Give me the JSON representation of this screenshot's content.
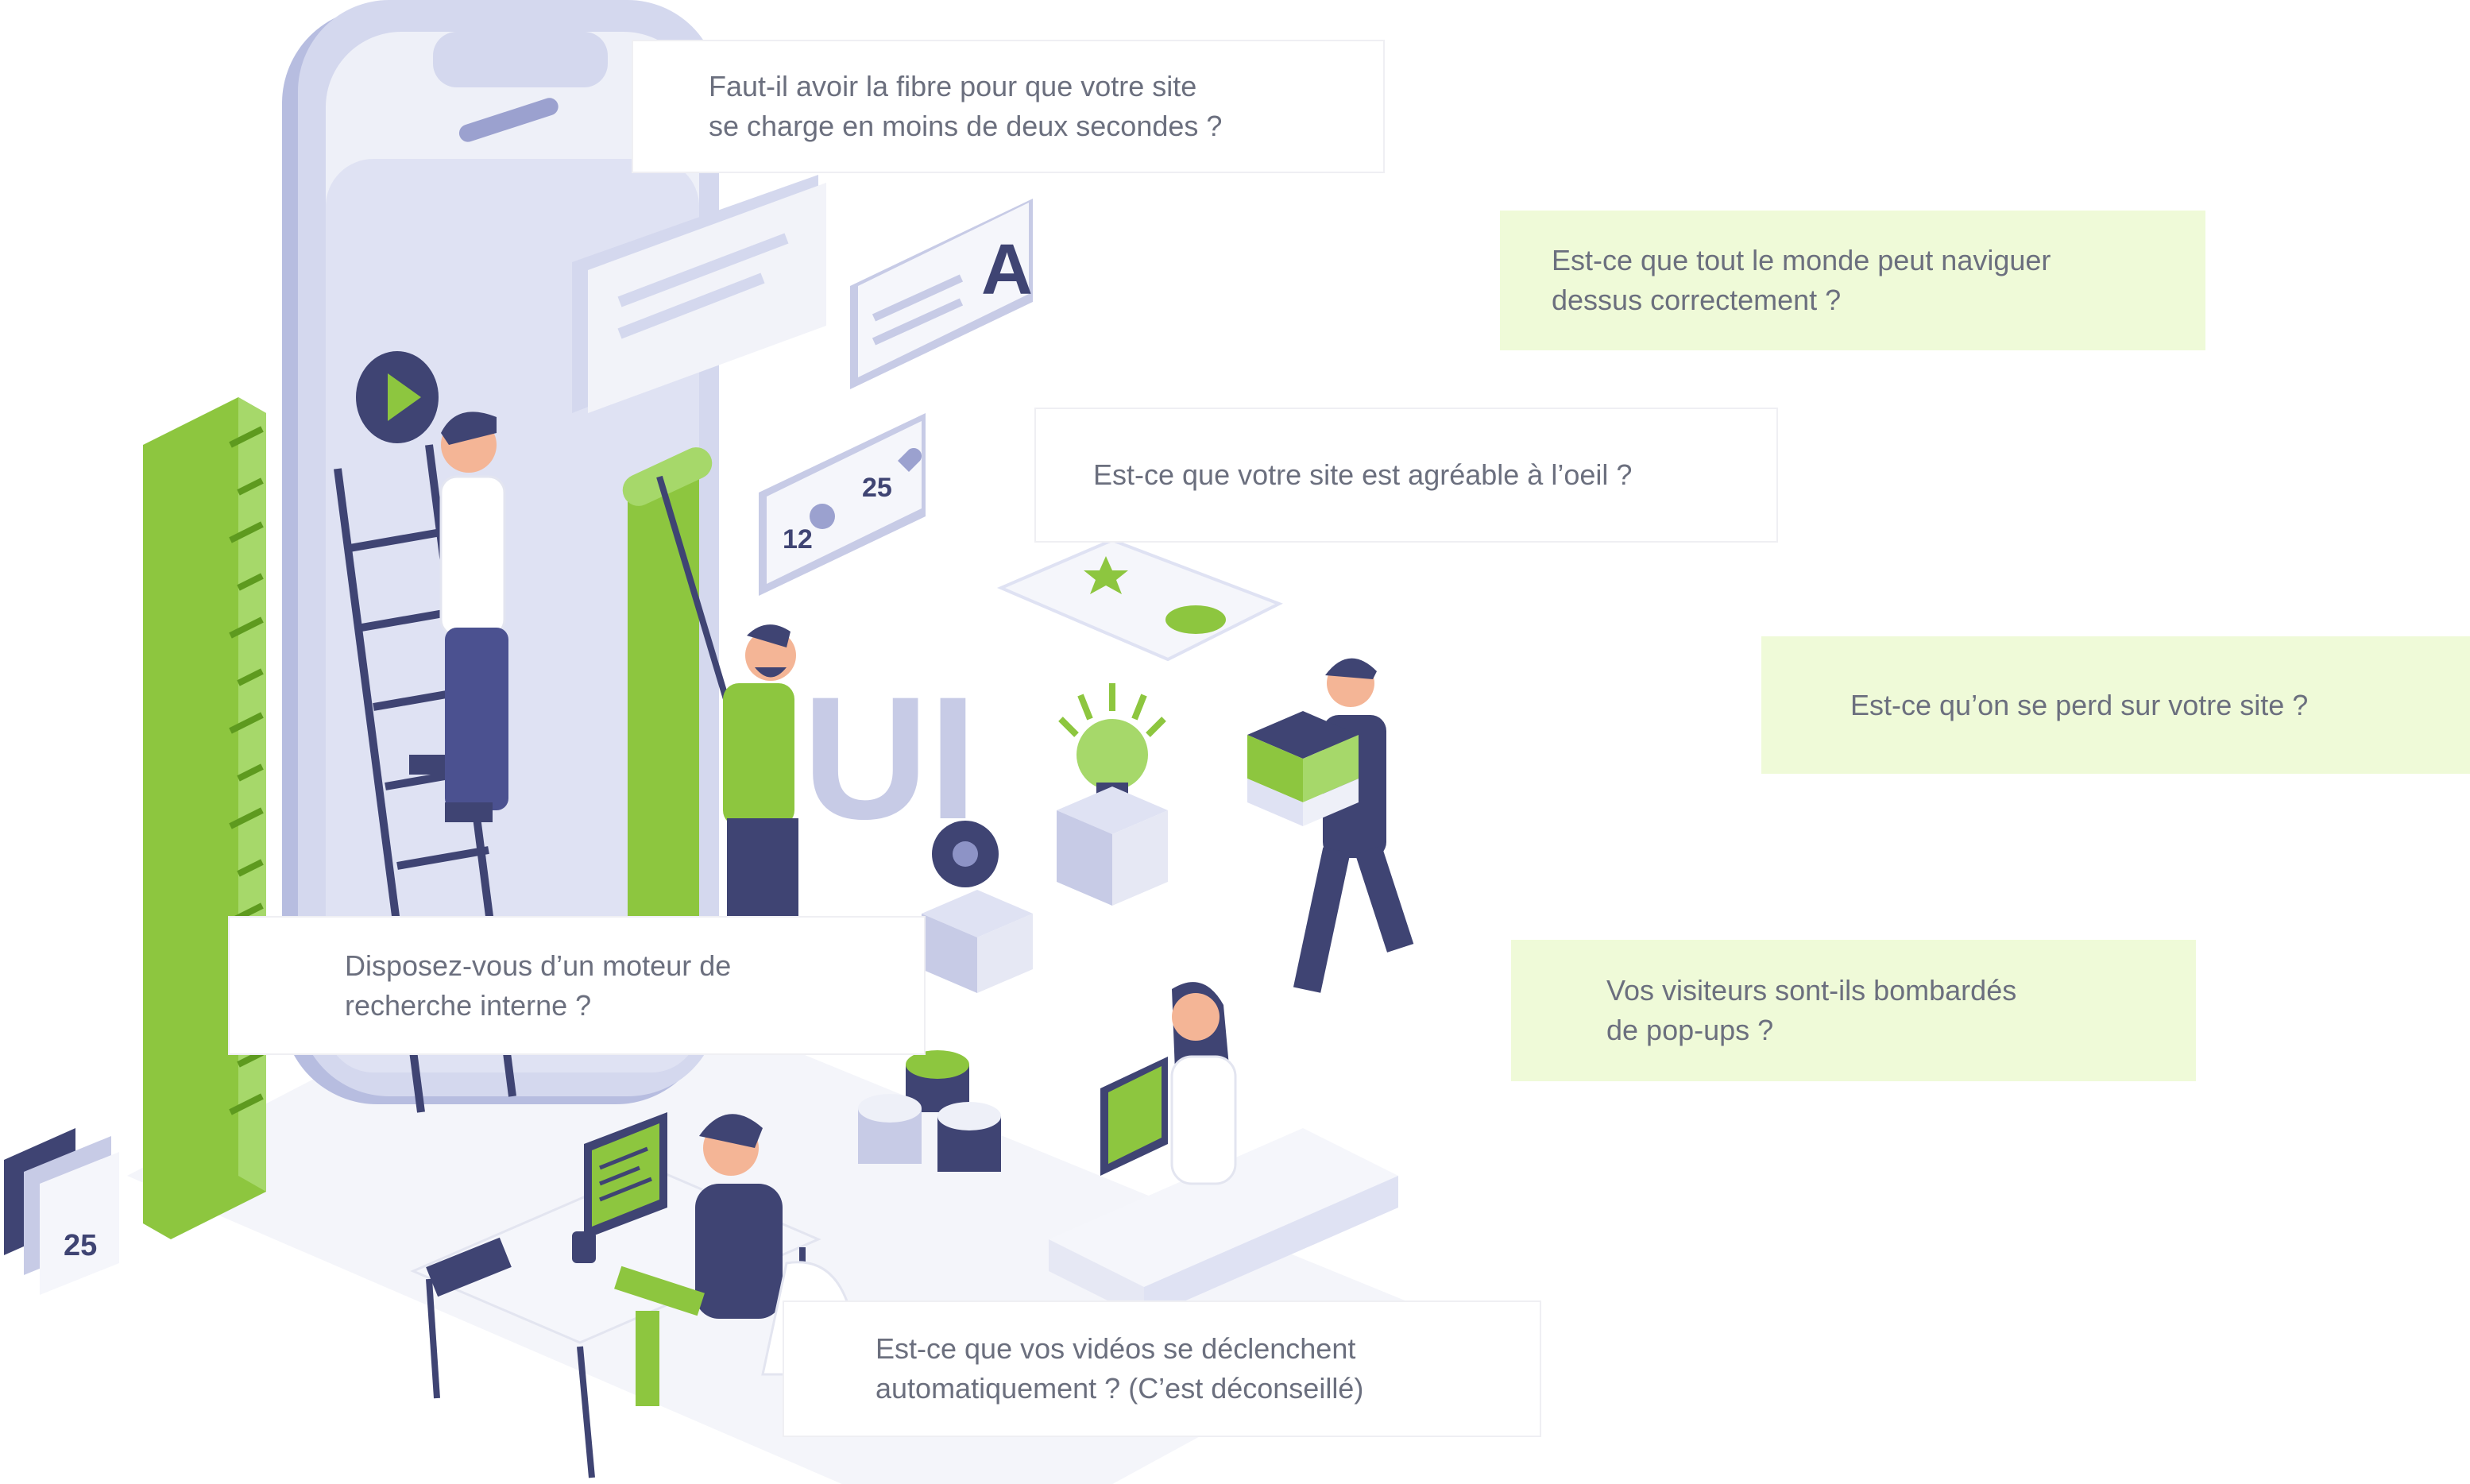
{
  "questions": [
    {
      "id": "fiber",
      "lines": [
        "Faut-il avoir la fibre pour que votre site",
        "se charge en moins de deux secondes ?"
      ],
      "style": "white"
    },
    {
      "id": "accessibility",
      "lines": [
        "Est-ce que tout le monde peut naviguer",
        "dessus correctement ?"
      ],
      "style": "green"
    },
    {
      "id": "aesthetics",
      "lines": [
        "Est-ce que votre site est agréable à l’oeil ?"
      ],
      "style": "white"
    },
    {
      "id": "navigation",
      "lines": [
        "Est-ce qu’on se perd sur votre site ?"
      ],
      "style": "green"
    },
    {
      "id": "popups",
      "lines": [
        "Vos visiteurs sont-ils bombardés",
        "de pop-ups ?"
      ],
      "style": "green"
    },
    {
      "id": "search",
      "lines": [
        "Disposez-vous d’un moteur de",
        "recherche interne ?"
      ],
      "style": "white"
    },
    {
      "id": "videos",
      "lines": [
        "Est-ce que vos vidéos se déclenchent",
        "automatiquement ? (C’est déconseillé)"
      ],
      "style": "white"
    }
  ],
  "illustration": {
    "card_letter": "A",
    "likes_count": "25",
    "comments_count": "12",
    "calendar_number": "25",
    "ui_letters": "UI"
  },
  "colors": {
    "green": "#8dc63f",
    "light_green": "#a6d86a",
    "navy": "#3f4473",
    "lavender": "#c7cbe6",
    "pale": "#eef0f8",
    "bubble_green": "#effad8",
    "text": "#6b6f7e"
  }
}
